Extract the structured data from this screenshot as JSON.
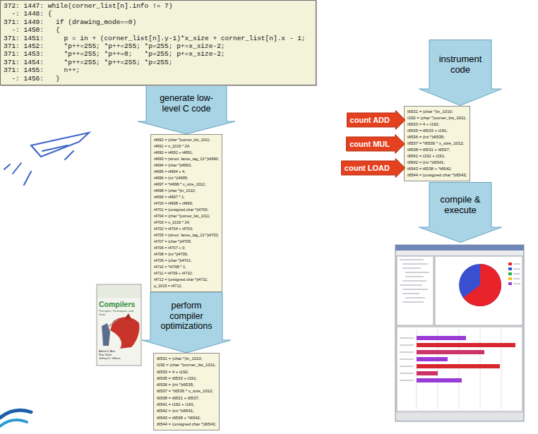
{
  "diagram": {
    "nodes": [
      {
        "text": [
          "372: 1447: while(corner_list[n].info != 7)",
          "  -: 1448: {",
          "371: 1449:   if (drawing_mode==0)",
          "  -: 1450:   {",
          "371: 1451:     p = in + (corner_list[n].y-1)*x_size + corner_list[n].x - 1;",
          "371: 1452:     *p++=255; *p++=255; *p=255; p+=x_size-2;",
          "371: 1453:     *p++=255; *p++=0;   *p=255; p+=x_size-2;",
          "371: 1454:     *p++=255; *p++=255; *p=255;",
          "371: 1455:     n++;",
          "  -: 1456:   }"
        ]
      },
      {
        "text": [
          "t4692 = (char *)corner_list_1011;",
          "t4691 = n_1016 * 24;",
          "t4690 = t4692 + t4691;",
          "t4693 = (struct  lance_tag_13 *)t4690;",
          "t4694 = (char *)t4693;",
          "t4695 = t4694 + 4;",
          "t4696 = (int *)t4695;",
          "t4697 = *t4696 * x_size_1012;",
          "t4698 = (char *)in_1010;",
          "t4699 = t4697 * 1;",
          "t4700 = t4698 + t4699;",
          "t4701 = (unsigned char *)t4700;",
          "t4704 = (char *)corner_list_1011;",
          "t4703 = n_1016 * 24;",
          "t4702 = t4704 + t4703;",
          "t4705 = (struct  lance_tag_13 *)t4702;",
          "t4707 = (char *)t4705;",
          "t4706 = t4707 + 0;",
          "t4708 = (int *)t4706;",
          "t4709 = (char *)t4701;",
          "t4710 = *t4708 * 1;",
          "t4711 = t4709 + t4710;",
          "t4712 = (unsigned char *)t4711;",
          "p_1015 = t4712;"
        ]
      },
      {
        "text": [
          "t6531 = (char *)in_1010;",
          "t192 = (char *)corner_list_1011;",
          "t6533 = 4 + t192;",
          "t6535 = t6533 + t191;",
          "t6536 = (int *)t6535;",
          "t6537 = *t6536 * x_size_1012;",
          "t6538 = t6531 + t6537;",
          "t6541 = t192 + t191;",
          "t6542 = (int *)t6541;",
          "t6543 = t6538 + *t6542;",
          "t6544 = (unsigned char *)t6543;"
        ]
      },
      {
        "text": [
          "instrument code"
        ]
      },
      {
        "text": [
          "t6531 = (char *)in_1010;",
          "t192 = (char *)corner_list_1011;",
          "t6533 = 4 + t192;",
          "t6535 = t6533 + t191;",
          "t6536 = (int *)t6535;",
          "t6537 = *t6536 * x_size_1012;",
          "t6538 = t6531 + t6537;",
          "t6541 = t192 + t191;",
          "t6542 = (int *)t6541;",
          "t6543 = t6538 + *t6542;",
          "t6544 = (unsigned char *)t6543;"
        ]
      },
      {
        "text": [
          "count ADD"
        ]
      },
      {
        "text": [
          "count MUL"
        ]
      },
      {
        "text": [
          "count LOAD"
        ]
      },
      {
        "text": [
          "compile & execute"
        ]
      }
    ],
    "edges": [
      {
        "from": 0,
        "to": 1,
        "arrow": "to",
        "label": "generate low-level C code"
      },
      {
        "from": 1,
        "to": 2,
        "arrow": "to",
        "label": "perform compiler optimizations"
      }
    ],
    "labels": [
      "Compilers",
      "Principles, Techniques, and Tools",
      "Alfred V. Aho",
      "Ravi Sethi",
      "Jeffrey D. Ullman"
    ]
  }
}
